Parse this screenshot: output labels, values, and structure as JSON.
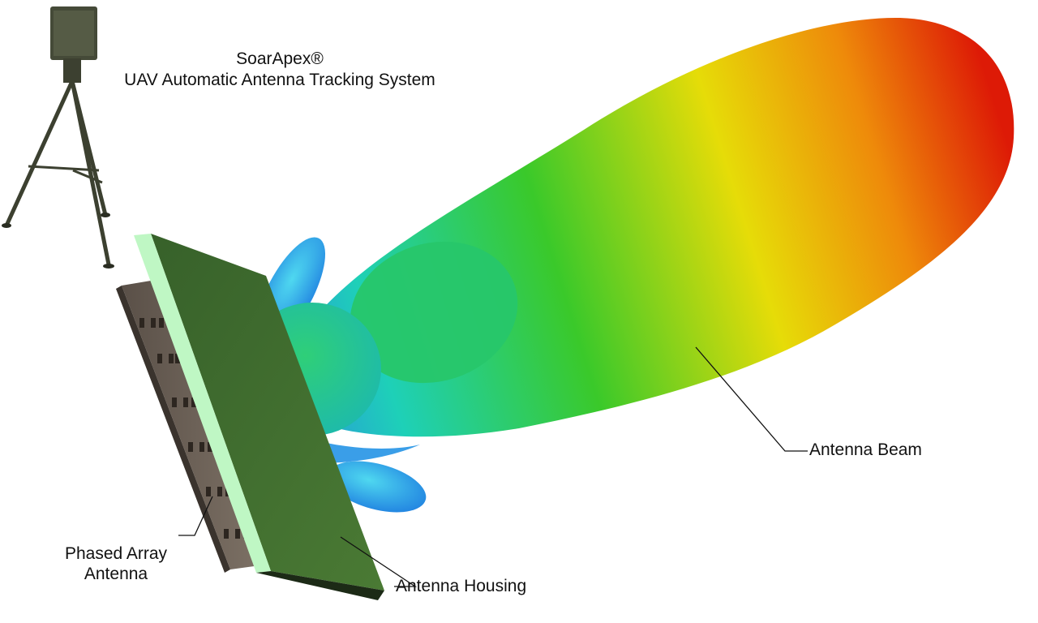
{
  "title": {
    "brand": "SoarApex®",
    "subtitle": "UAV Automatic Antenna Tracking System"
  },
  "labels": {
    "antenna_beam": "Antenna Beam",
    "antenna_housing": "Antenna Housing",
    "phased_array_line1": "Phased Array",
    "phased_array_line2": "Antenna"
  },
  "colors": {
    "beam_near": "#2f7fe8",
    "beam_mid1": "#1ed0b8",
    "beam_mid2": "#3ac92a",
    "beam_mid3": "#e6dc08",
    "beam_far": "#dd1a06",
    "housing": "#3f6b2c",
    "housing_edge": "#bff7c4",
    "array_plate": "#6f6358",
    "tripod": "#3c4030"
  }
}
